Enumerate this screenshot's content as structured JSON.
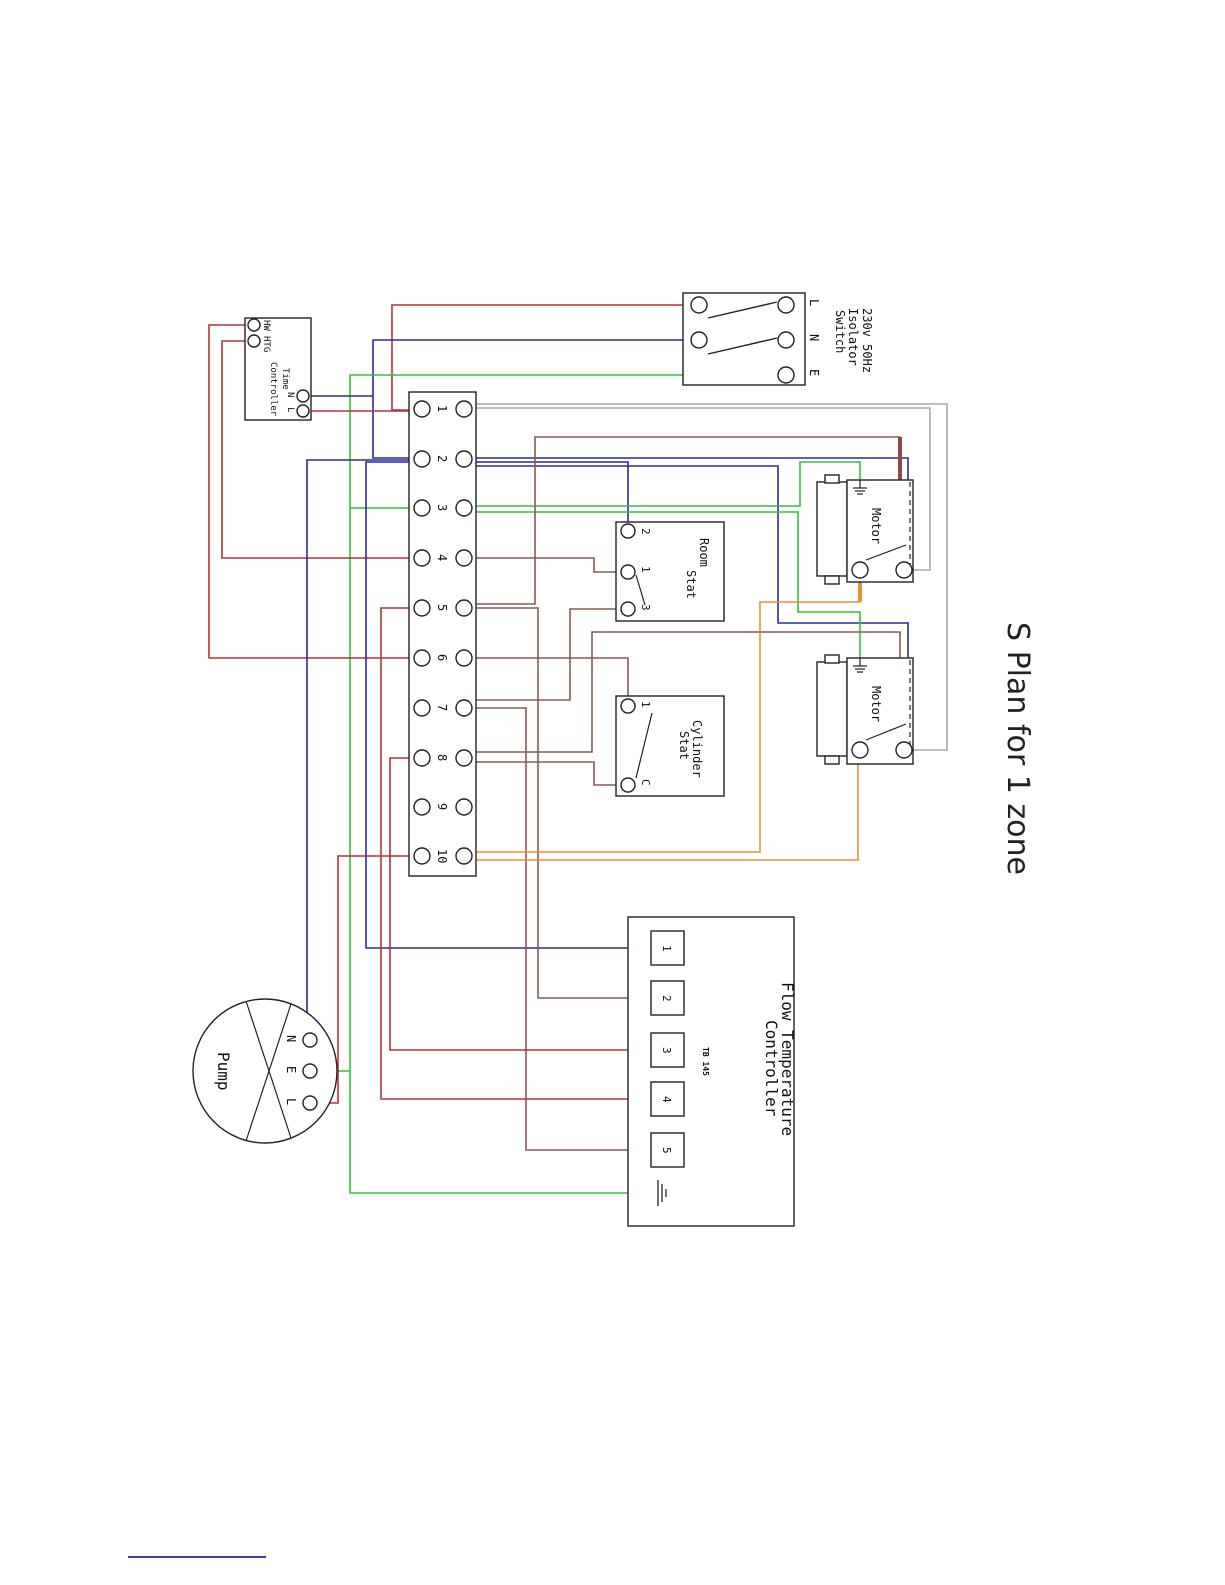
{
  "title": "S Plan for 1 zone",
  "isolator": {
    "rating": "230v  50Hz",
    "name_line1": "Isolator",
    "name_line2": "Switch",
    "label_L": "L",
    "label_N": "N",
    "label_E": "E"
  },
  "time_controller": {
    "line1": "Time",
    "line2": "Controller",
    "hw": "HW",
    "htg": "HTG",
    "n": "N",
    "l": "L"
  },
  "terminal_strip": {
    "numbers": [
      "1",
      "2",
      "3",
      "4",
      "5",
      "6",
      "7",
      "8",
      "9",
      "10"
    ]
  },
  "room_stat": {
    "line1": "Room",
    "line2": "Stat",
    "t2": "2",
    "t1": "1",
    "t3": "3"
  },
  "cylinder_stat": {
    "line1": "Cylinder",
    "line2": "Stat",
    "t1": "1",
    "tc": "C"
  },
  "motor_1": {
    "label": "Motor"
  },
  "motor_2": {
    "label": "Motor"
  },
  "flow_controller": {
    "line1": "Flow Temperature",
    "line2": "Controller",
    "model": "TB 145",
    "terminals": [
      "1",
      "2",
      "3",
      "4",
      "5"
    ]
  },
  "pump": {
    "label": "Pump",
    "n": "N",
    "e": "E",
    "l": "L"
  },
  "colors": {
    "live": "#b83232",
    "neutral": "#2b2b9a",
    "earth": "#33c23a",
    "switched": "#8a5a50",
    "orange": "#e8902e",
    "grey": "#a8a8a8"
  }
}
